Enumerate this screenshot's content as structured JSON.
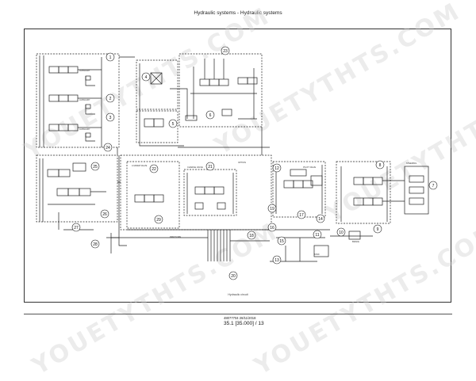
{
  "header": {
    "title": "Hydraulic systems - Hydraulic systems"
  },
  "watermark": {
    "text": "YOUETYTHTS.COM"
  },
  "callouts": [
    "1",
    "2",
    "3",
    "4",
    "5",
    "6",
    "7",
    "8",
    "9",
    "10",
    "11",
    "12",
    "13",
    "14",
    "15",
    "16",
    "17",
    "18",
    "19",
    "20",
    "21",
    "22",
    "23",
    "24",
    "25",
    "26",
    "27",
    "28",
    "29"
  ],
  "labels": {
    "aux_top": "AUXILIARY",
    "option": "OPTION",
    "charge_valve": "CHARGE VALVE",
    "pilot_valve": "PILOT VALVE",
    "loader_valve": "LOADER VALVE",
    "pressure": "PRESSURE",
    "tank": "TANK",
    "steering": "STEERING",
    "brake": "BRAKE"
  },
  "caption": "Hydraulic circuit",
  "footer": {
    "code": "48077704 28/11/2018",
    "page": "35.1 [35.000] / 13"
  },
  "colors": {
    "line": "#222222",
    "fill": "#e9e9e9",
    "watermark": "#cfcfcf"
  }
}
